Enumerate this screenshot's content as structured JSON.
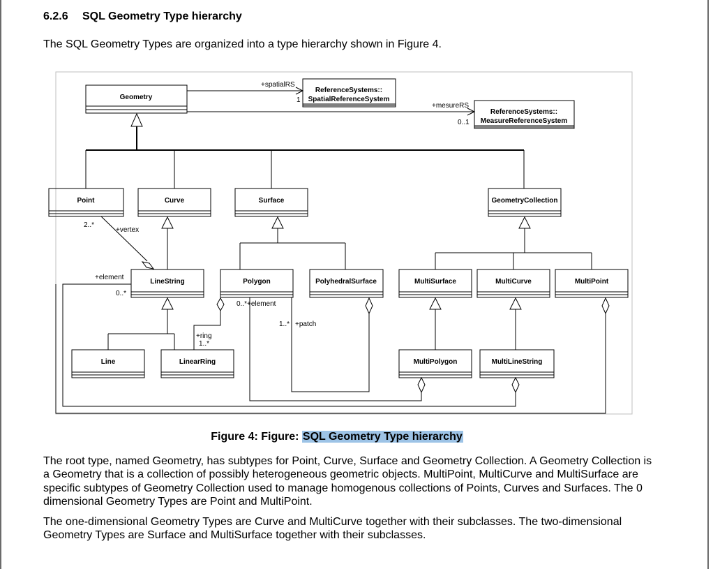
{
  "section": {
    "number": "6.2.6",
    "title": "SQL Geometry Type hierarchy"
  },
  "intro": "The SQL Geometry Types are organized into a type hierarchy shown in Figure 4.",
  "diagram": {
    "classes": {
      "geometry": "Geometry",
      "spatial_rs": [
        "ReferenceSystems::",
        "SpatialReferenceSystem"
      ],
      "measure_rs": [
        "ReferenceSystems::",
        "MeasureReferenceSystem"
      ],
      "point": "Point",
      "curve": "Curve",
      "surface": "Surface",
      "geometry_collection": "GeometryCollection",
      "line_string": "LineString",
      "polygon": "Polygon",
      "polyhedral_surface": "PolyhedralSurface",
      "multi_surface": "MultiSurface",
      "multi_curve": "MultiCurve",
      "multi_point": "MultiPoint",
      "line": "Line",
      "linear_ring": "LinearRing",
      "multi_polygon": "MultiPolygon",
      "multi_line_string": "MultiLineString"
    },
    "labels": {
      "spatial_rs_role": "+spatialRS",
      "spatial_rs_mult": "1",
      "measure_rs_role": "+mesureRS",
      "measure_rs_mult": "0..1",
      "vertex_mult": "2..*",
      "vertex_role": "+vertex",
      "element_role": "+element",
      "element_mult": "0..*",
      "polygon_element": "0..*+element",
      "patch_mult": "1..*",
      "patch_role": "+patch",
      "ring_role": "+ring",
      "ring_mult": "1..*"
    }
  },
  "caption": {
    "prefix": "Figure 4: Figure: ",
    "highlight": "SQL Geometry Type hierarchy"
  },
  "paragraphs": [
    "The root type, named Geometry, has subtypes for Point, Curve, Surface and Geometry Collection. A Geometry Collection is a Geometry that is a collection of possibly heterogeneous geometric objects. MultiPoint, MultiCurve and MultiSurface are specific subtypes of Geometry Collection used to manage homogenous collections of Points, Curves and Surfaces. The 0 dimensional Geometry Types are Point and MultiPoint.",
    "The one-dimensional Geometry Types are Curve and MultiCurve together with their subclasses. The two-dimensional Geometry Types are Surface and MultiSurface together with their subclasses."
  ]
}
